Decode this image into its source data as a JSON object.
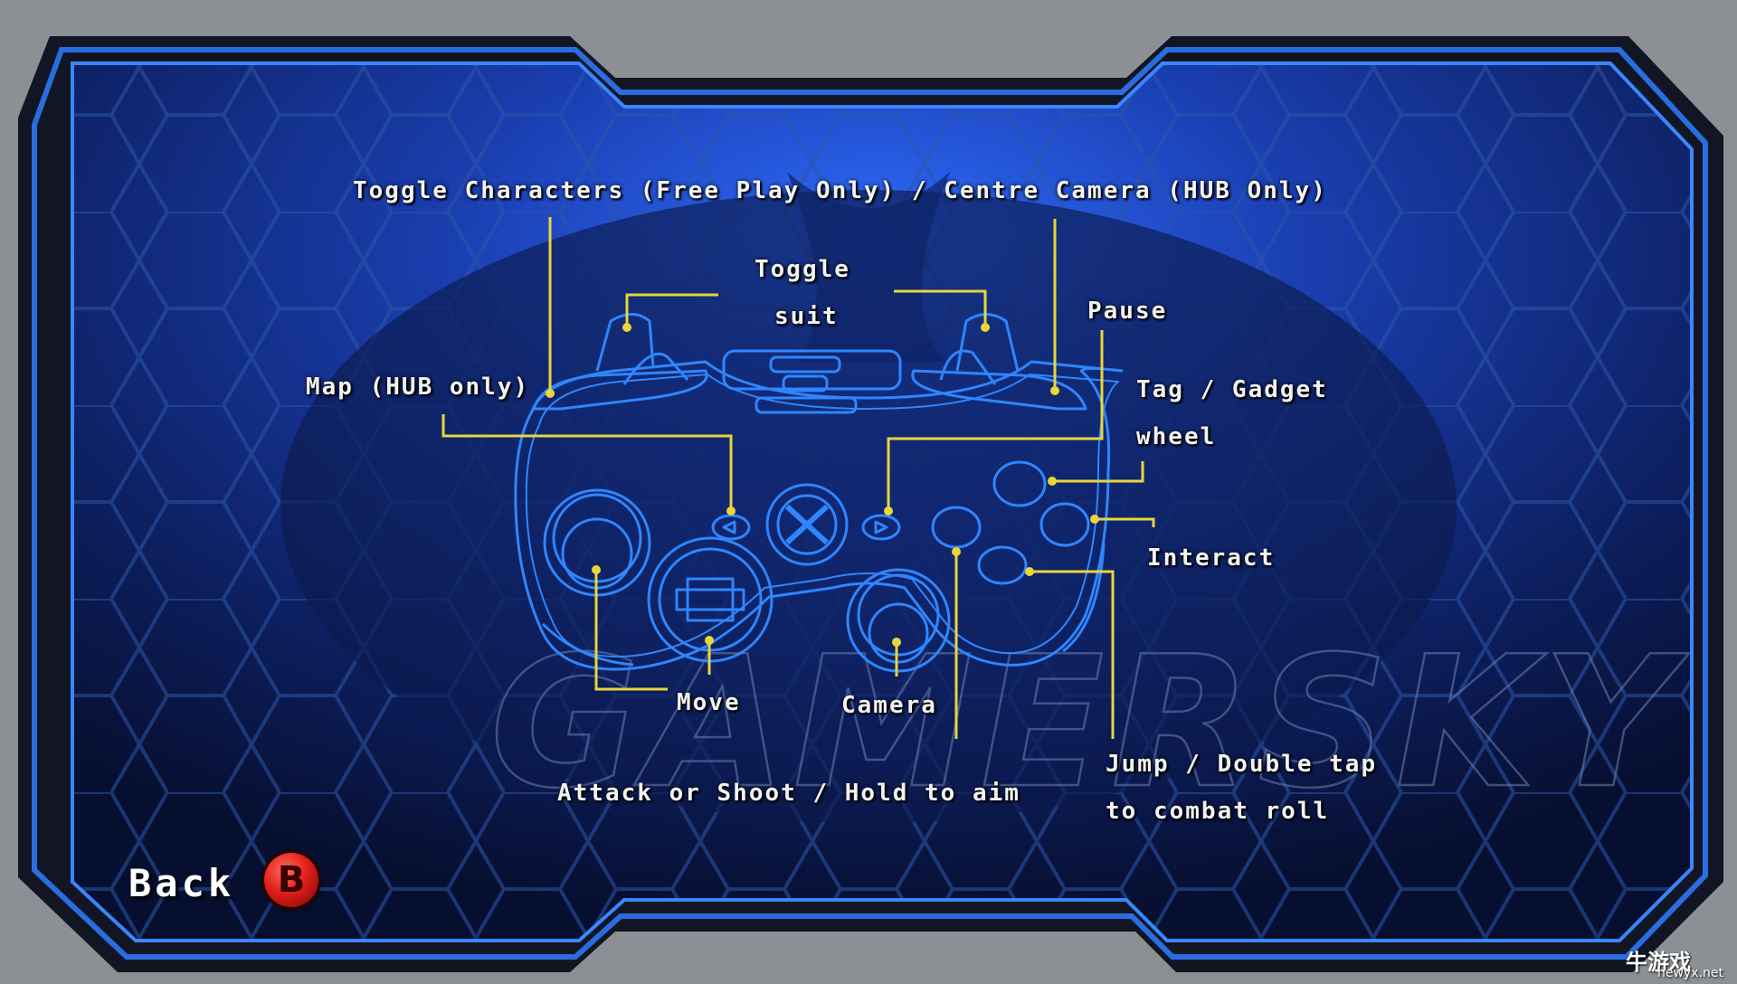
{
  "screen": "controller-layout",
  "labels": {
    "toggle_characters": "Toggle Characters (Free Play Only) / Centre Camera (HUB Only)",
    "toggle_line1": "Toggle",
    "toggle_line2": "suit",
    "pause": "Pause",
    "map": "Map (HUB only)",
    "tag_line1": "Tag / Gadget",
    "tag_line2": "wheel",
    "interact": "Interact",
    "move": "Move",
    "camera": "Camera",
    "jump_line1": "Jump / Double tap",
    "jump_line2": "to combat roll",
    "attack": "Attack or Shoot / Hold to aim"
  },
  "footer": {
    "back_label": "Back",
    "back_button_glyph": "B",
    "back_button_color": "#e0201a"
  },
  "watermark": {
    "text": "GAMERSKY",
    "corner_logo": "牛游戏",
    "corner_url": "newyx.net"
  },
  "colors": {
    "accent_line": "#e8d63a",
    "frame_blue": "#2a6de0",
    "controller_outline": "#2f86ff"
  }
}
